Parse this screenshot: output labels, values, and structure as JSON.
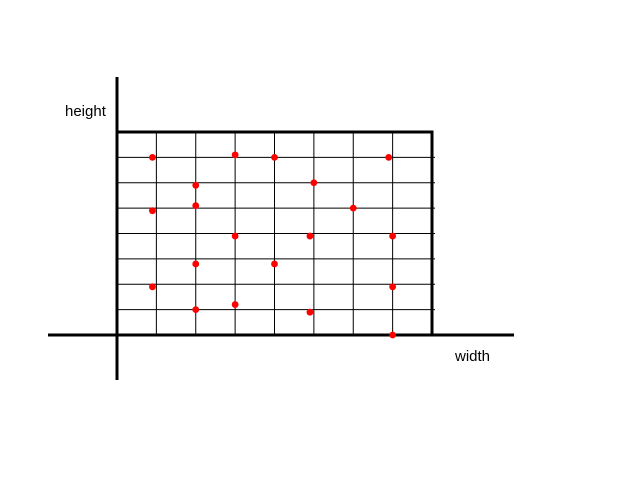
{
  "axes": {
    "y_label": "height",
    "x_label": "width"
  },
  "grid": {
    "columns": 8,
    "rows": 8
  },
  "colors": {
    "line": "#000000",
    "point": "#ff0000",
    "background": "#ffffff"
  },
  "chart_data": {
    "type": "scatter",
    "xlabel": "width",
    "ylabel": "height",
    "xlim": [
      0,
      8
    ],
    "ylim": [
      0,
      8
    ],
    "grid": true,
    "points": [
      {
        "x": 0.9,
        "y": 7.0
      },
      {
        "x": 3.0,
        "y": 7.1
      },
      {
        "x": 4.0,
        "y": 7.0
      },
      {
        "x": 6.9,
        "y": 7.0
      },
      {
        "x": 2.0,
        "y": 5.9
      },
      {
        "x": 5.0,
        "y": 6.0
      },
      {
        "x": 0.9,
        "y": 4.9
      },
      {
        "x": 2.0,
        "y": 5.1
      },
      {
        "x": 6.0,
        "y": 5.0
      },
      {
        "x": 3.0,
        "y": 3.9
      },
      {
        "x": 4.9,
        "y": 3.9
      },
      {
        "x": 7.0,
        "y": 3.9
      },
      {
        "x": 2.0,
        "y": 2.8
      },
      {
        "x": 4.0,
        "y": 2.8
      },
      {
        "x": 0.9,
        "y": 1.9
      },
      {
        "x": 7.0,
        "y": 1.9
      },
      {
        "x": 2.0,
        "y": 1.0
      },
      {
        "x": 3.0,
        "y": 1.2
      },
      {
        "x": 4.9,
        "y": 0.9
      },
      {
        "x": 7.0,
        "y": 0.0
      }
    ]
  }
}
